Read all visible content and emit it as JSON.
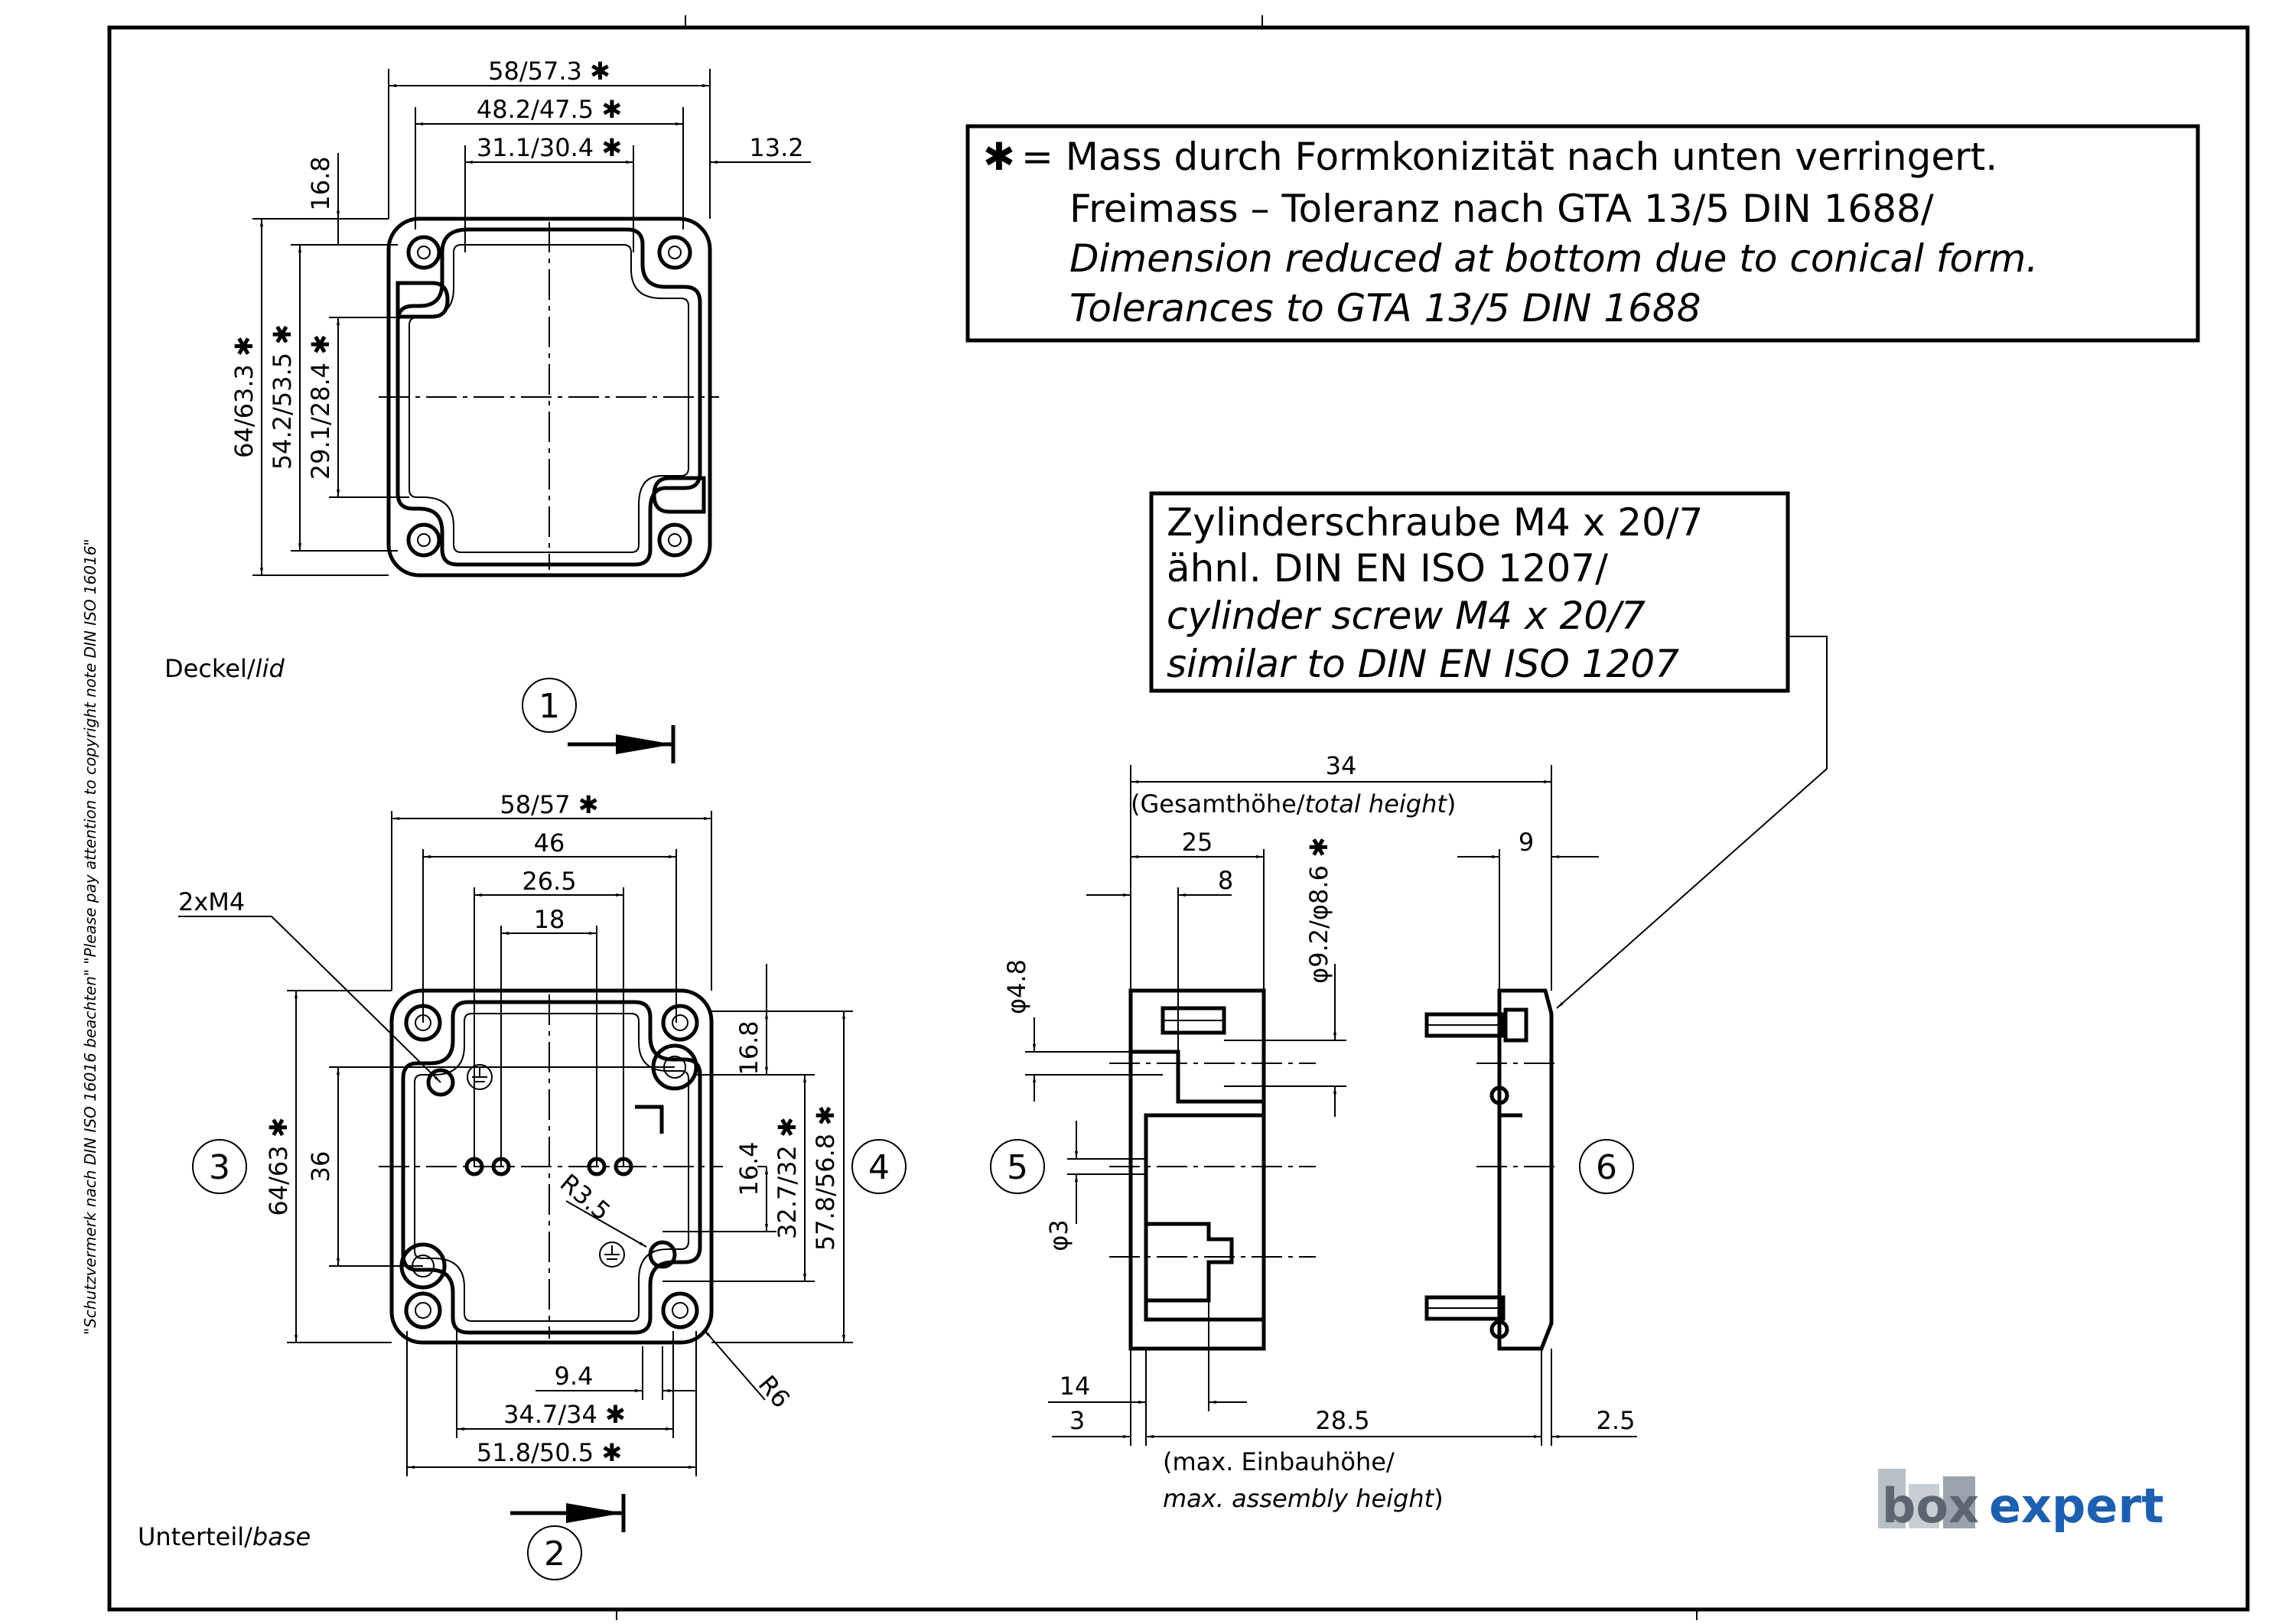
{
  "side_note": "\"Schutzvermerk nach DIN ISO 16016 beachten\" \"Please pay attention to copyright note DIN ISO 16016\"",
  "legend": {
    "line1": "= Mass durch Formkonizität nach unten verringert.",
    "line2": "Freimass – Toleranz nach GTA 13/5 DIN 1688/",
    "line3": "Dimension reduced at bottom due to conical form.",
    "line4": "Tolerances to GTA 13/5 DIN 1688"
  },
  "screw_note": {
    "line1": "Zylinderschraube M4 x 20/7",
    "line2": "ähnl. DIN EN ISO 1207/",
    "line3": "cylinder screw M4 x 20/7",
    "line4": "similar to DIN EN ISO 1207"
  },
  "lid": {
    "label_de": "Deckel/",
    "label_en": "lid",
    "dims": {
      "w_outer": "58/57.3 ✱",
      "w_mid": "48.2/47.5 ✱",
      "w_inner": "31.1/30.4 ✱",
      "edge": "13.2",
      "top_offset": "16.8",
      "h_outer": "64/63.3 ✱",
      "h_mid": "54.2/53.5 ✱",
      "h_inner": "29.1/28.4 ✱"
    }
  },
  "base": {
    "label_de": "Unterteil/",
    "label_en": "base",
    "dims": {
      "w_outer": "58/57 ✱",
      "w_46": "46",
      "w_26": "26.5",
      "w_18": "18",
      "screws": "2xM4",
      "h_outer": "64/63 ✱",
      "h_36": "36",
      "r35": "R3.5",
      "r6": "R6",
      "d168": "16.8",
      "d164": "16.4",
      "d327": "32.7/32 ✱",
      "d578": "57.8/56.8 ✱",
      "b94": "9.4",
      "b347": "34.7/34 ✱",
      "b518": "51.8/50.5 ✱"
    }
  },
  "side_view": {
    "d34": "34",
    "total_de": "(Gesamthöhe/",
    "total_en": "total height",
    "total_close": ")",
    "d25": "25",
    "d8": "8",
    "d9": "9",
    "phi92": "φ9.2/φ8.6 ✱",
    "phi48": "φ4.8",
    "phi3": "φ3",
    "d14": "14",
    "d3": "3",
    "d285": "28.5",
    "d25b": "2.5",
    "assembly_de": "(max. Einbauhöhe/",
    "assembly_en": "max. assembly height",
    "assembly_close": ")"
  },
  "views": [
    "1",
    "2",
    "3",
    "4",
    "5",
    "6"
  ],
  "logo": {
    "box": "box",
    "expert": "expert",
    "colors": {
      "box": "#9aa3ad",
      "expert": "#1d5fb0"
    }
  }
}
